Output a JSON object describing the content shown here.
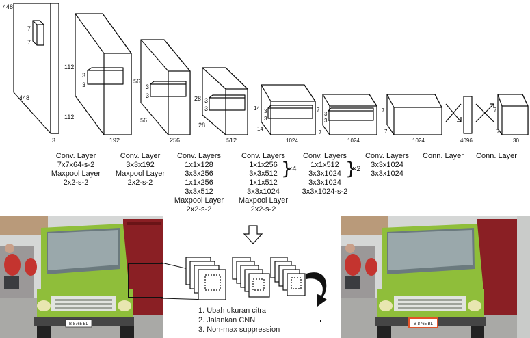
{
  "architecture": {
    "input": {
      "size": "448",
      "kernel": "7",
      "channels": "3"
    },
    "blocks": [
      {
        "size": "112",
        "kernel": "3",
        "channels": "192"
      },
      {
        "size": "56",
        "kernel": "3",
        "channels": "256"
      },
      {
        "size": "28",
        "kernel": "3",
        "channels": "512"
      },
      {
        "size": "14",
        "kernel": "3",
        "channels": "1024"
      },
      {
        "size": "7",
        "kernel": "3",
        "channels": "1024"
      },
      {
        "size": "7",
        "channels": "1024"
      }
    ],
    "fc1": {
      "channels": "4096"
    },
    "output": {
      "size": "7",
      "channels": "30"
    }
  },
  "layer_labels": [
    {
      "lines": [
        "Conv. Layer",
        "7x7x64-s-2",
        "Maxpool Layer",
        "2x2-s-2"
      ]
    },
    {
      "lines": [
        "Conv. Layer",
        "3x3x192",
        "Maxpool Layer",
        "2x2-s-2"
      ]
    },
    {
      "lines": [
        "Conv. Layers",
        "1x1x128",
        "3x3x256",
        "1x1x256",
        "3x3x512",
        "Maxpool Layer",
        "2x2-s-2"
      ]
    },
    {
      "lines": [
        "Conv. Layers",
        "1x1x256",
        "3x3x512",
        "1x1x512",
        "3x3x1024",
        "Maxpool Layer",
        "2x2-s-2"
      ],
      "repeat": "×4"
    },
    {
      "lines": [
        "Conv. Layers",
        "1x1x512",
        "3x3x1024",
        "3x3x1024",
        "3x3x1024-s-2"
      ],
      "repeat": "×2"
    },
    {
      "lines": [
        "Conv. Layers",
        "3x3x1024",
        "3x3x1024"
      ]
    },
    {
      "lines": [
        "Conn. Layer"
      ]
    },
    {
      "lines": [
        "Conn. Layer"
      ]
    }
  ],
  "photos": {
    "left_plate": "B 8765 BL",
    "right_plate": "B 8765 BL"
  },
  "process_steps": [
    "1. Ubah ukuran citra",
    "2. Jalankan CNN",
    "3. Non-max suppression"
  ],
  "colors": {
    "truck_cab": "#8fbe3a",
    "truck_box": "#8a1f24",
    "road": "#a9a9a6",
    "detection_box": "#e2542a"
  }
}
